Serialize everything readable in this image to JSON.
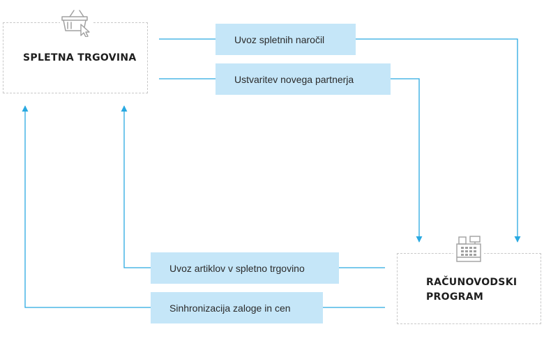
{
  "nodes": {
    "webshop": {
      "label": "SPLETNA TRGOVINA",
      "icon": "shopping-basket-cursor-icon"
    },
    "accounting": {
      "label_line1": "RAČUNOVODSKI",
      "label_line2": "PROGRAM",
      "icon": "cash-register-icon"
    }
  },
  "flows": [
    {
      "label": "Uvoz spletnih naročil",
      "direction": "webshop-to-accounting"
    },
    {
      "label": "Ustvaritev novega partnerja",
      "direction": "webshop-to-accounting"
    },
    {
      "label": "Uvoz artiklov v spletno trgovino",
      "direction": "accounting-to-webshop"
    },
    {
      "label": "Sinhronizacija zaloge in cen",
      "direction": "accounting-to-webshop"
    }
  ],
  "colors": {
    "connector": "#29a9e1",
    "flow_box": "#c5e6f8",
    "node_border": "#c8c8c8",
    "icon": "#a0a0a0"
  }
}
